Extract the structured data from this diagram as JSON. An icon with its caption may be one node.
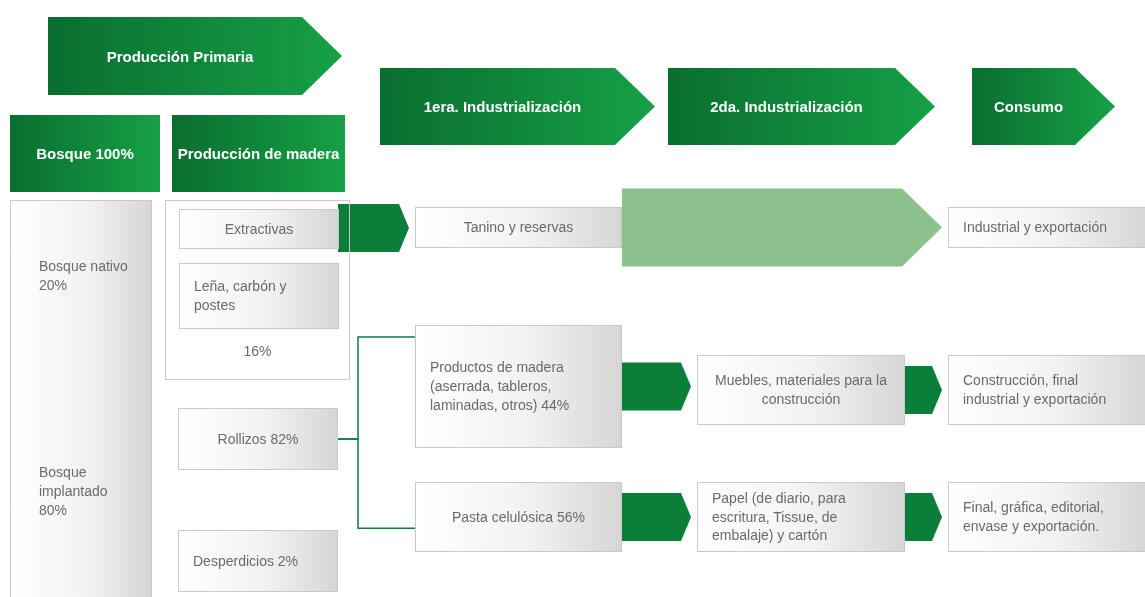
{
  "diagram": {
    "nodes": [
      {
        "text": [
          "Producción Primaria"
        ]
      },
      {
        "text": [
          "Bosque 100%"
        ]
      },
      {
        "text": [
          "Producción de madera"
        ]
      },
      {
        "text": [
          "1era. Industrialización"
        ]
      },
      {
        "text": [
          "2da. Industrialización"
        ]
      },
      {
        "text": [
          "Consumo"
        ]
      },
      {
        "text": [
          "Bosque nativo 20%",
          "Bosque implantado 80%"
        ]
      },
      {
        "text": [
          "16%"
        ]
      },
      {
        "text": [
          "Extractivas"
        ],
        "in": 7
      },
      {
        "text": [
          "Leña, carbón y postes"
        ],
        "in": 7
      },
      {
        "text": [
          "Tanino y reservas"
        ]
      },
      {
        "text": [
          "Industrial y exportación"
        ]
      },
      {
        "text": [
          "Productos de madera (aserrada, tableros, laminadas, otros) 44%"
        ]
      },
      {
        "text": [
          "Rollizos 82%"
        ]
      },
      {
        "text": [
          "Muebles, materiales para la construcción"
        ]
      },
      {
        "text": [
          "Construcción, final industrial y exportación"
        ]
      },
      {
        "text": [
          "Pasta celulósica 56%"
        ]
      },
      {
        "text": [
          "Papel (de diario, para escritura, Tissue, de embalaje) y cartón"
        ]
      },
      {
        "text": [
          "Final, gráfica, editorial, envase y exportación."
        ]
      },
      {
        "text": [
          "Desperdicios 2%"
        ]
      }
    ],
    "edges": [
      {
        "from": 8,
        "to": 10,
        "arrow": "to"
      },
      {
        "from": 10,
        "to": 11,
        "arrow": "to",
        "color": "#8cc08f"
      },
      {
        "from": 13,
        "to": 12,
        "arrow": "none"
      },
      {
        "from": 13,
        "to": 16,
        "arrow": "none"
      },
      {
        "from": 12,
        "to": 14,
        "arrow": "to"
      },
      {
        "from": 14,
        "to": 15,
        "arrow": "to"
      },
      {
        "from": 16,
        "to": 17,
        "arrow": "to"
      },
      {
        "from": 17,
        "to": 18,
        "arrow": "to"
      }
    ]
  }
}
